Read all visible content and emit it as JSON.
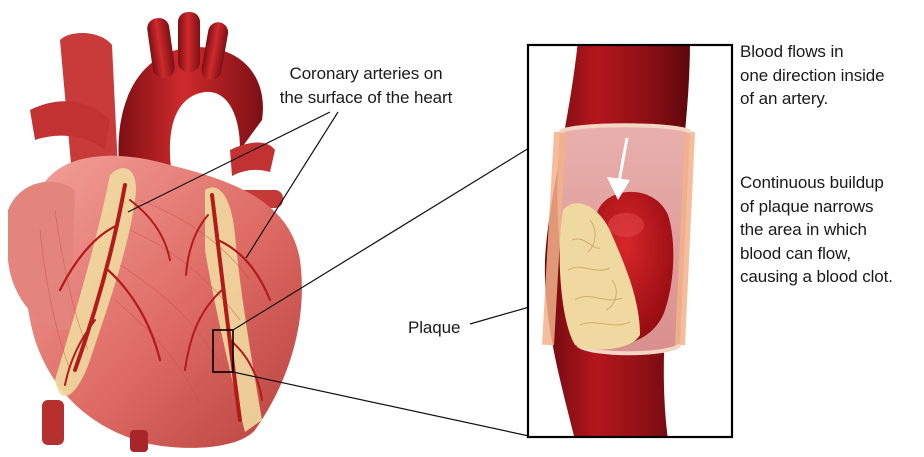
{
  "labels": {
    "coronary_line1": "Coronary arteries on",
    "coronary_line2": "the surface of the heart",
    "plaque": "Plaque",
    "flow_lines": [
      "Blood flows in",
      "one direction inside",
      "of an artery."
    ],
    "buildup_lines": [
      "Continuous buildup",
      "of plaque narrows",
      "the area in which",
      "blood can flow,",
      "causing a blood clot."
    ]
  },
  "colors": {
    "heart": "#d9605c",
    "artery": "#a3151c",
    "plaque": "#f0d9a0",
    "clot": "#b01217"
  }
}
